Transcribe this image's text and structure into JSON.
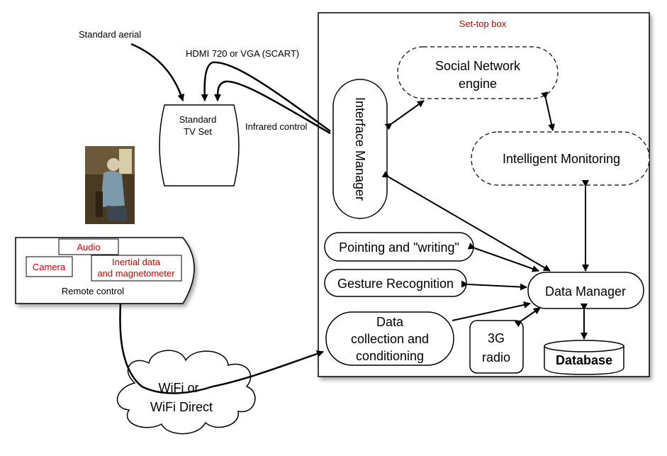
{
  "colors": {
    "red_text": "#cc0000",
    "stroke": "#000000",
    "photo_bg": "#4a3a22"
  },
  "settop": {
    "title": "Set-top box"
  },
  "tv": {
    "line1": "Standard",
    "line2": "TV Set",
    "aerial_label": "Standard aerial",
    "hdmi_label": "HDMI 720 or VGA (SCART)",
    "infrared_label": "Infrared control"
  },
  "photo": {
    "description_icon": "elderly-person-photo"
  },
  "remote": {
    "audio": "Audio",
    "camera": "Camera",
    "inertial_line1": "Inertial data",
    "inertial_line2": "and magnetometer",
    "label": "Remote control"
  },
  "wifi": {
    "line1": "WiFi or",
    "line2": "WiFi Direct"
  },
  "modules": {
    "interface_manager": "Interface Manager",
    "social_line1": "Social Network",
    "social_line2": "engine",
    "monitoring": "Intelligent Monitoring",
    "pointing": "Pointing and \"writing\"",
    "gesture": "Gesture Recognition",
    "data_manager": "Data Manager",
    "datacoll_line1": "Data",
    "datacoll_line2": "collection and",
    "datacoll_line3": "conditioning",
    "radio_line1": "3G",
    "radio_line2": "radio",
    "database": "Database"
  }
}
